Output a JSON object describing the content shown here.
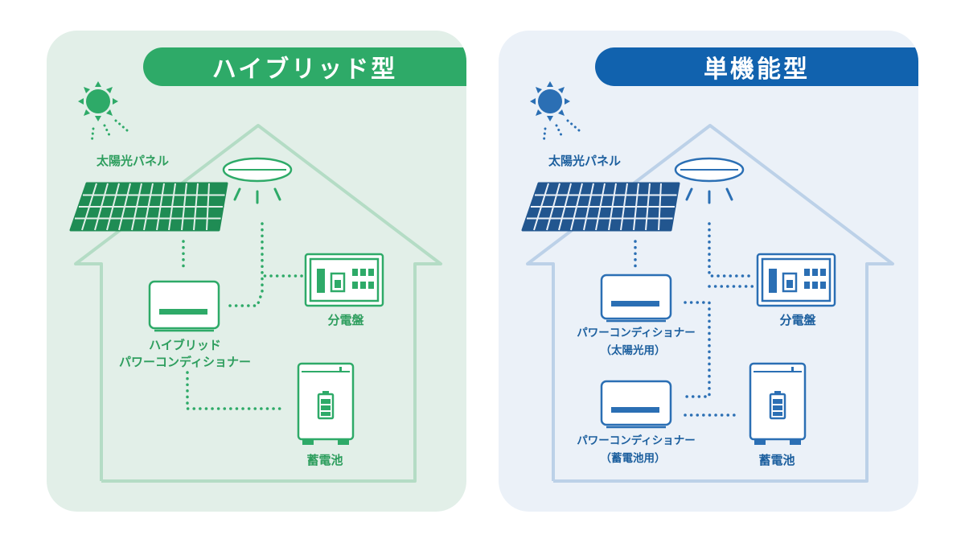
{
  "colors": {
    "hybrid_accent": "#2eaa68",
    "hybrid_background": "#e2efe8",
    "single_accent": "#1162ae",
    "single_background": "#ebf1f8"
  },
  "hybrid": {
    "title": "ハイブリッド型",
    "labels": {
      "solar_panel": "太陽光パネル",
      "distribution_board": "分電盤",
      "inverter_line1": "ハイブリッド",
      "inverter_line2": "パワーコンディショナー",
      "battery": "蓄電池"
    },
    "icons": [
      "sun-icon",
      "solar-panel-icon",
      "ceiling-light-icon",
      "inverter-icon",
      "distribution-board-icon",
      "battery-icon",
      "house-outline-icon"
    ]
  },
  "single_function": {
    "title": "単機能型",
    "labels": {
      "solar_panel": "太陽光パネル",
      "distribution_board": "分電盤",
      "solar_inverter_line1": "パワーコンディショナー",
      "solar_inverter_line2": "（太陽光用）",
      "battery_inverter_line1": "パワーコンディショナー",
      "battery_inverter_line2": "（蓄電池用）",
      "battery": "蓄電池"
    },
    "icons": [
      "sun-icon",
      "solar-panel-icon",
      "ceiling-light-icon",
      "inverter-icon",
      "distribution-board-icon",
      "battery-icon",
      "house-outline-icon"
    ]
  }
}
